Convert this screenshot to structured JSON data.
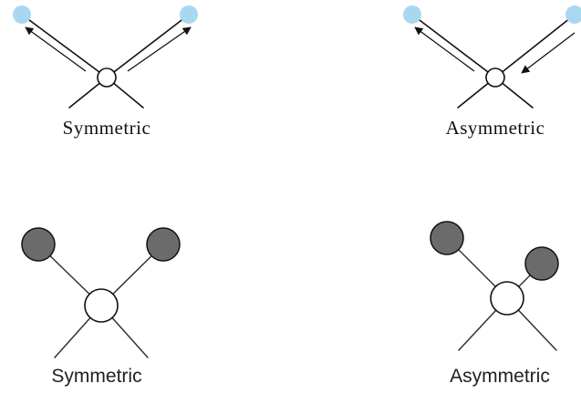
{
  "panels": {
    "top_left": {
      "label": "Symmetric"
    },
    "top_right": {
      "label": "Asymmetric"
    },
    "bottom_left": {
      "label": "Symmetric"
    },
    "bottom_right": {
      "label": "Asymmetric"
    }
  },
  "colors": {
    "hydrogen_top": "#a8d8f0",
    "hydrogen_bottom": "#6b6b6b",
    "center_atom": "#ffffff",
    "stroke": "#111111"
  }
}
